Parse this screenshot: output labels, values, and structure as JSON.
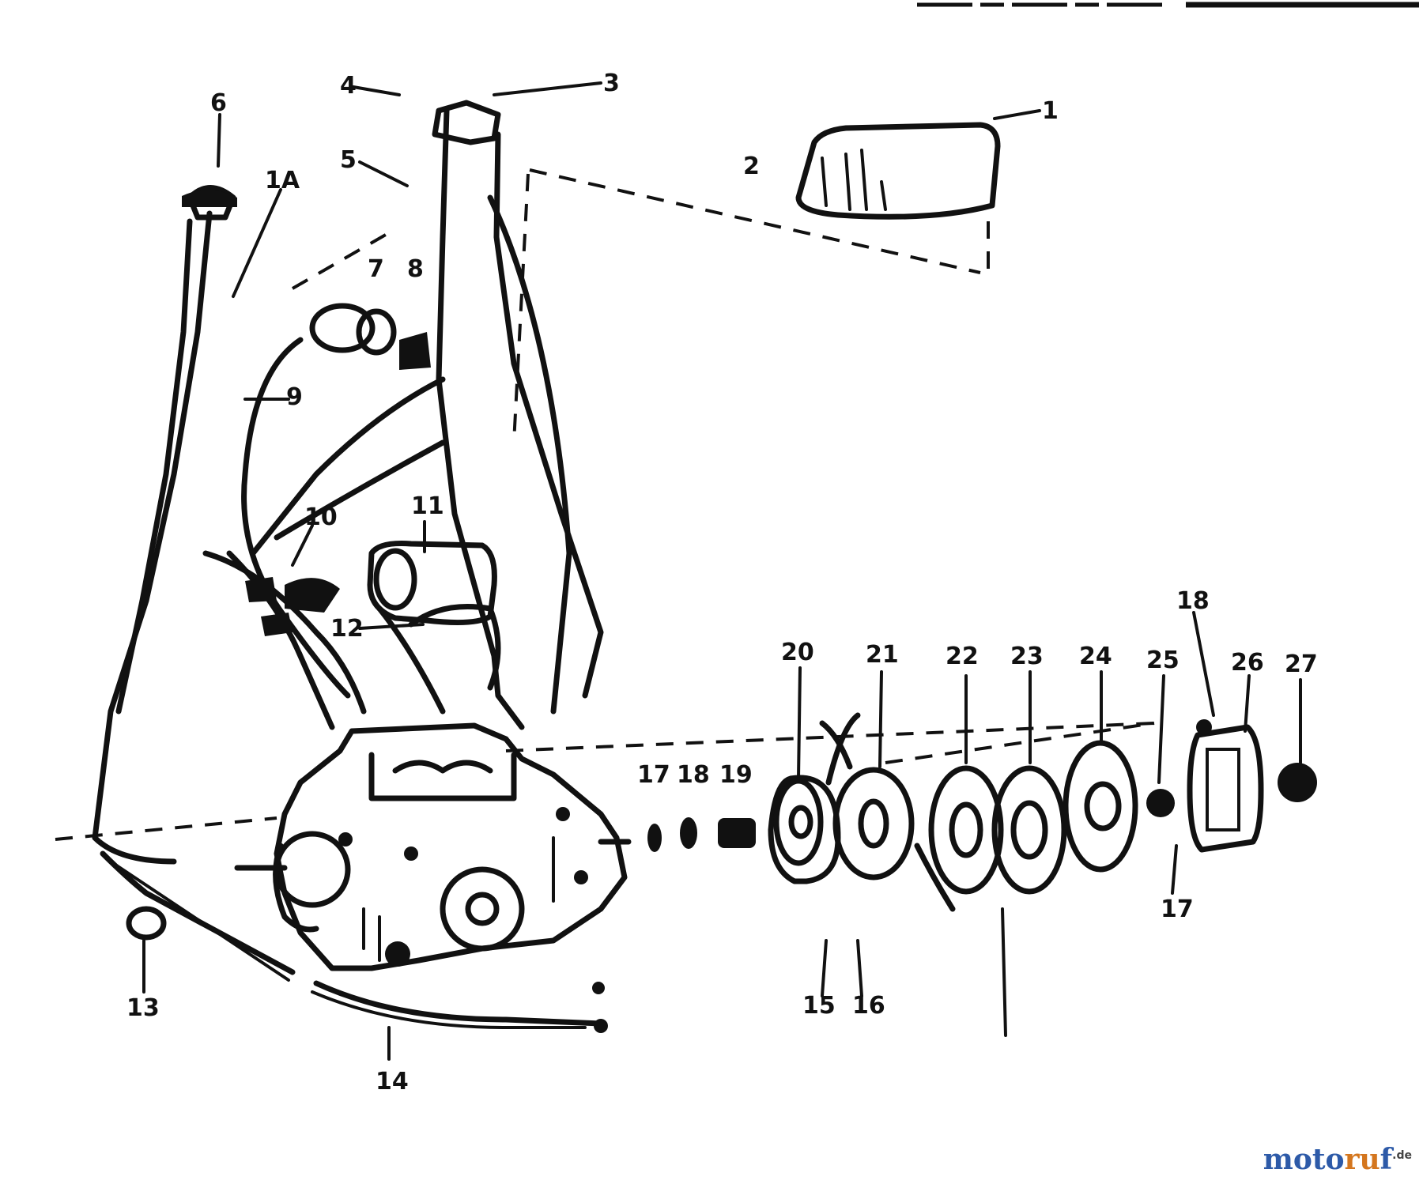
{
  "labels": {
    "l1": "1",
    "l2": "2",
    "l3": "3",
    "l4": "4",
    "l5": "5",
    "l6": "6",
    "l7": "7",
    "l8": "8",
    "l9": "9",
    "l1a": "1A",
    "l10": "10",
    "l11": "11",
    "l12": "12",
    "l13": "13",
    "l14": "14",
    "l15": "15",
    "l16b": "16",
    "l17a": "17",
    "l17b": "17",
    "l18a": "18",
    "l18b": "18",
    "l19": "19",
    "l20": "20",
    "l21": "21",
    "l22": "22",
    "l23": "23",
    "l24": "24",
    "l25": "25",
    "l26": "26",
    "l27": "27"
  },
  "watermark": {
    "part1": "moto",
    "part2": "ru",
    "part3": "f",
    "suffix": ".de"
  }
}
